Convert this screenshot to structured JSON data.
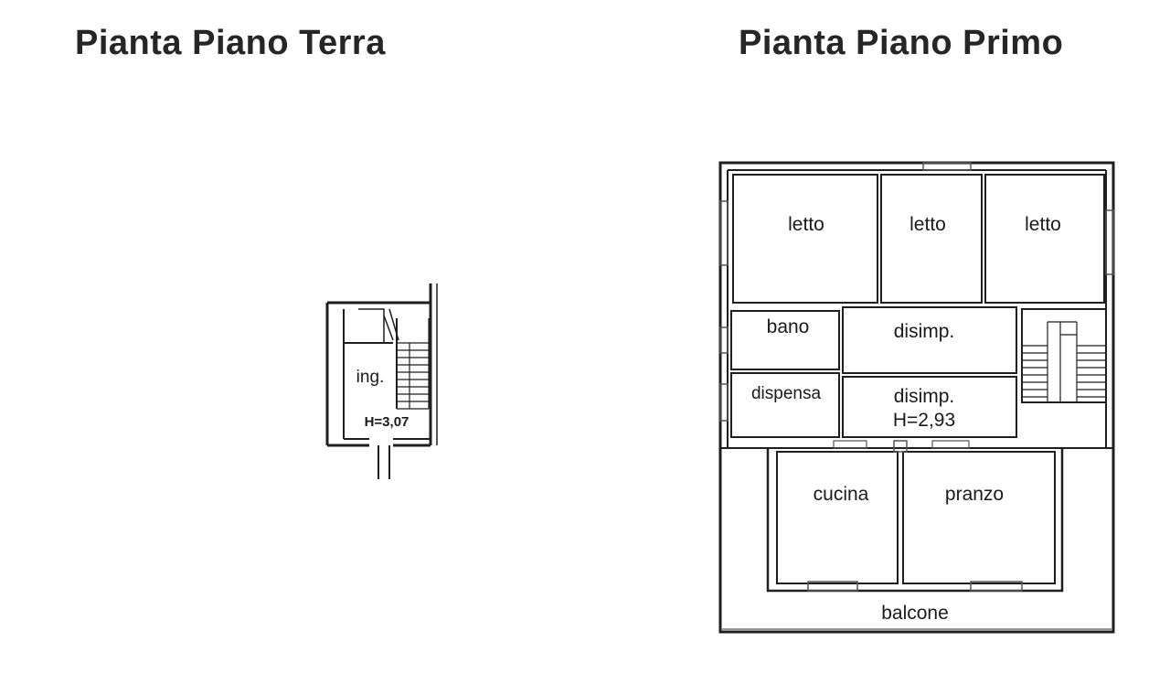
{
  "titles": {
    "ground": "Pianta Piano Terra",
    "first": "Pianta Piano Primo"
  },
  "ground_floor": {
    "rooms": [
      {
        "id": "ingresso",
        "label": "ing."
      }
    ],
    "height": "H=3,07"
  },
  "first_floor": {
    "rooms": [
      {
        "id": "letto-1",
        "label": "letto"
      },
      {
        "id": "letto-2",
        "label": "letto"
      },
      {
        "id": "letto-3",
        "label": "letto"
      },
      {
        "id": "bagno",
        "label": "bano"
      },
      {
        "id": "disimpegno-1",
        "label": "disimp."
      },
      {
        "id": "dispensa",
        "label": "dispensa"
      },
      {
        "id": "disimpegno-2",
        "label": "disimp."
      },
      {
        "id": "cucina",
        "label": "cucina"
      },
      {
        "id": "pranzo",
        "label": "pranzo"
      },
      {
        "id": "balcone",
        "label": "balcone"
      }
    ],
    "height": "H=2,93"
  },
  "colors": {
    "wall": "#1f1f1f",
    "window": "#555555"
  }
}
